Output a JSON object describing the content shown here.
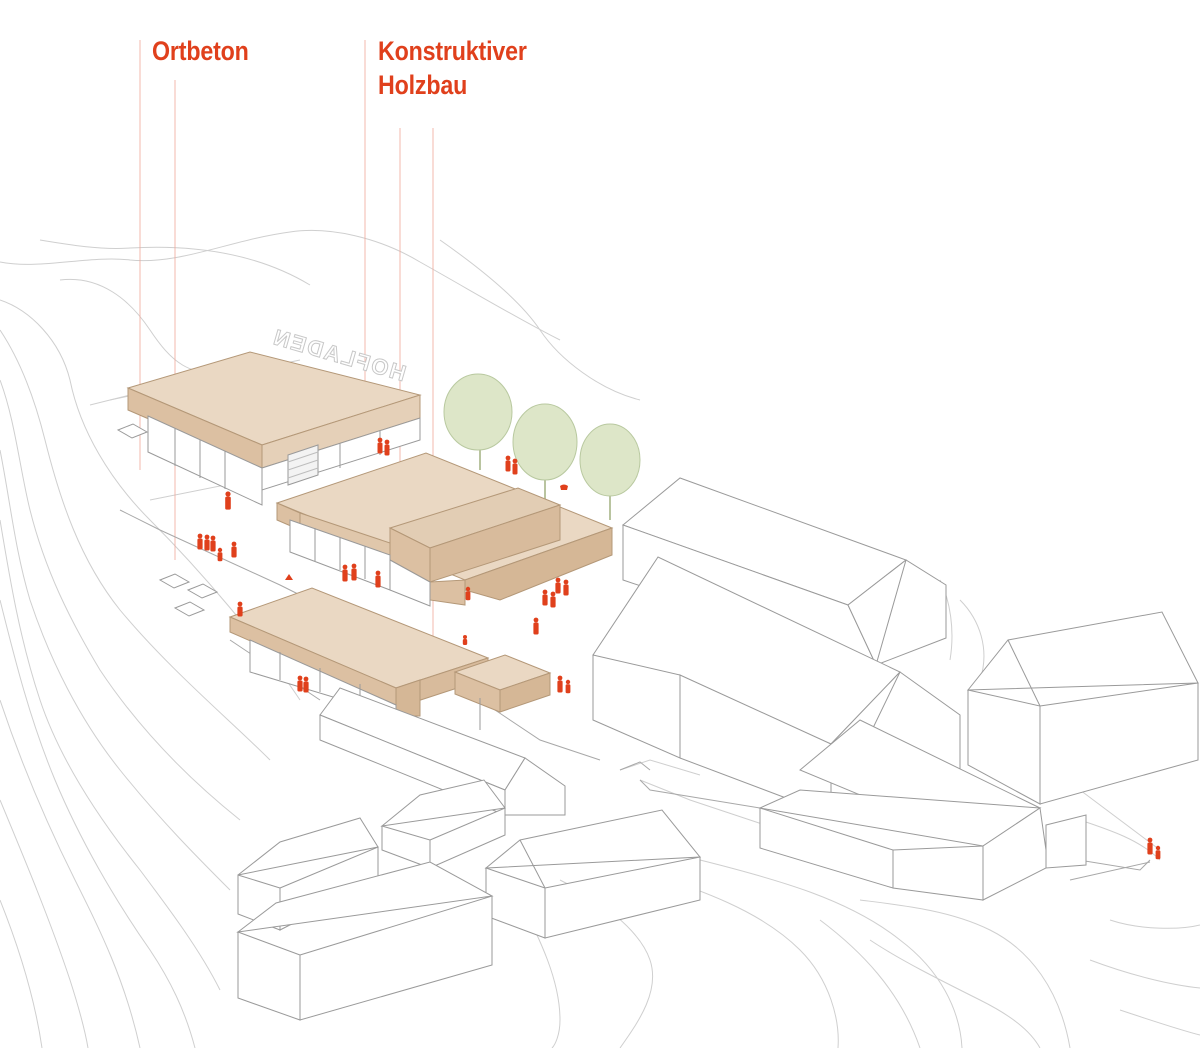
{
  "labels": {
    "ortbeton": "Ortbeton",
    "holzbau_line1": "Konstruktiver",
    "holzbau_line2": "Holzbau"
  },
  "sign_text": "HOFLADEN",
  "colors": {
    "accent_red": "#e0401c",
    "wood_roof": "#ead8c3",
    "wood_facade": "#dcc0a2",
    "wood_shadow": "#cfb090",
    "existing_building": "#ffffff",
    "building_stroke": "#9a9a9a",
    "contour_lines": "#cfcfcf",
    "tree_foliage": "#dde6c8",
    "leader_lines": "#f0a89a"
  }
}
